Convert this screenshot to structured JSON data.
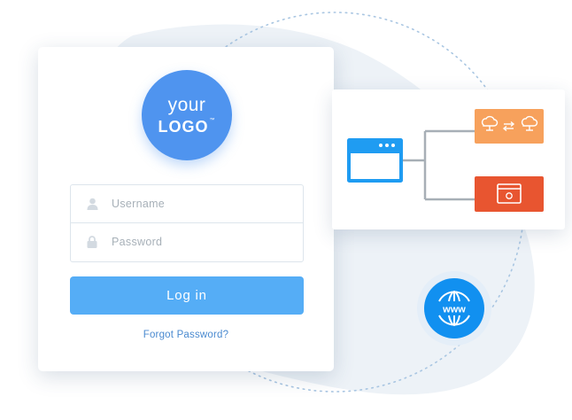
{
  "logo": {
    "line1": "your",
    "line2": "LOGO",
    "trademark": "™"
  },
  "form": {
    "username_placeholder": "Username",
    "password_placeholder": "Password",
    "username_value": "",
    "password_value": "",
    "login_label": "Log in",
    "forgot_label": "Forgot Password?"
  },
  "icons": {
    "username": "user-icon",
    "password": "lock-icon",
    "app_window": "browser-window-icon",
    "cloud_sync": "cloud-sync-icon",
    "web_window": "browser-window-icon",
    "www": "globe-www-icon"
  },
  "globe": {
    "label": "www"
  },
  "colors": {
    "primary_button": "#55adf6",
    "logo": "#4f94ef",
    "link": "#4a8ad0",
    "app_window": "#1f9cf2",
    "cloud_node": "#f7a15c",
    "web_node": "#e85530",
    "globe": "#1190f0",
    "bg_blob": "#edf2f7"
  }
}
